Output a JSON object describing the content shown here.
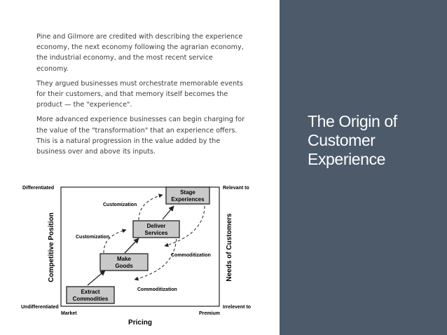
{
  "paragraphs": [
    "Pine and Gilmore are credited with describing the experience economy, the next economy following the agrarian economy, the industrial economy, and the most recent service economy.",
    "They argued businesses must orchestrate memorable events for their customers, and that memory itself becomes the product — the \"experience\".",
    "More advanced experience businesses can begin charging for the value of the \"transformation\" that an experience offers. This is a natural progression in the value added by the business over and above its inputs."
  ],
  "panel": {
    "title": "The Origin of\nCustomer\nExperience",
    "background": "#4c5a6a"
  },
  "diagram": {
    "corner_labels": {
      "top_left": "Differentiated",
      "bottom_left": "Undifferentiated",
      "top_right": "Relevant to",
      "bottom_right": "Irrelevent to",
      "x_left": "Market",
      "x_right": "Premium"
    },
    "axes": {
      "x": "Pricing",
      "y_left": "Competitive Position",
      "y_right": "Needs of Customers"
    },
    "boxes": [
      {
        "line1": "Stage",
        "line2": "Experiences"
      },
      {
        "line1": "Deliver",
        "line2": "Services"
      },
      {
        "line1": "Make",
        "line2": "Goods"
      },
      {
        "line1": "Extract",
        "line2": "Commodities"
      }
    ],
    "arrow_labels": {
      "customization_top": "Customization",
      "customization_mid": "Customization",
      "commoditization_mid": "Commoditization",
      "commoditization_low": "Commoditization"
    }
  }
}
